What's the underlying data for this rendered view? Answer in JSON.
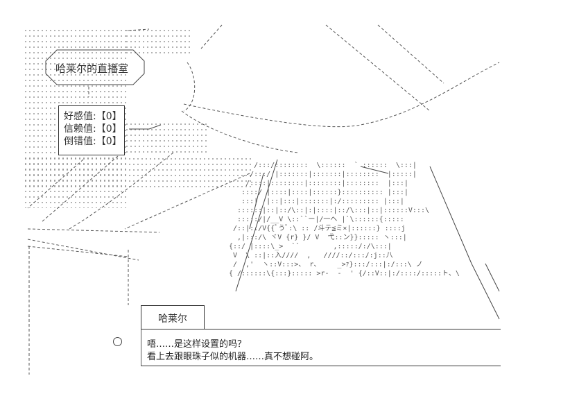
{
  "stream_title": "哈莱尔的直播室",
  "stats": [
    {
      "label": "好感值",
      "value": "【0】"
    },
    {
      "label": "信赖值",
      "value": "【0】"
    },
    {
      "label": "倒错值",
      "value": "【0】"
    }
  ],
  "dialog": {
    "speaker": "哈莱尔",
    "lines": [
      "唔……是这样设置的吗？",
      "看上去跟眼珠子似的机器……真不想碰阿。"
    ]
  }
}
